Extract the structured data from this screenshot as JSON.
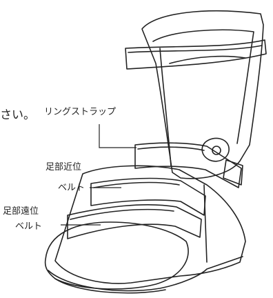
{
  "intro_fragment": "さい。",
  "labels": {
    "ring_strap": "リングストラップ",
    "proximal_belt_line1": "足部近位",
    "proximal_belt_line2": "ベルト",
    "distal_belt_line1": "足部遠位",
    "distal_belt_line2": "ベルト"
  },
  "colors": {
    "ink": "#222222",
    "background": "#ffffff"
  }
}
